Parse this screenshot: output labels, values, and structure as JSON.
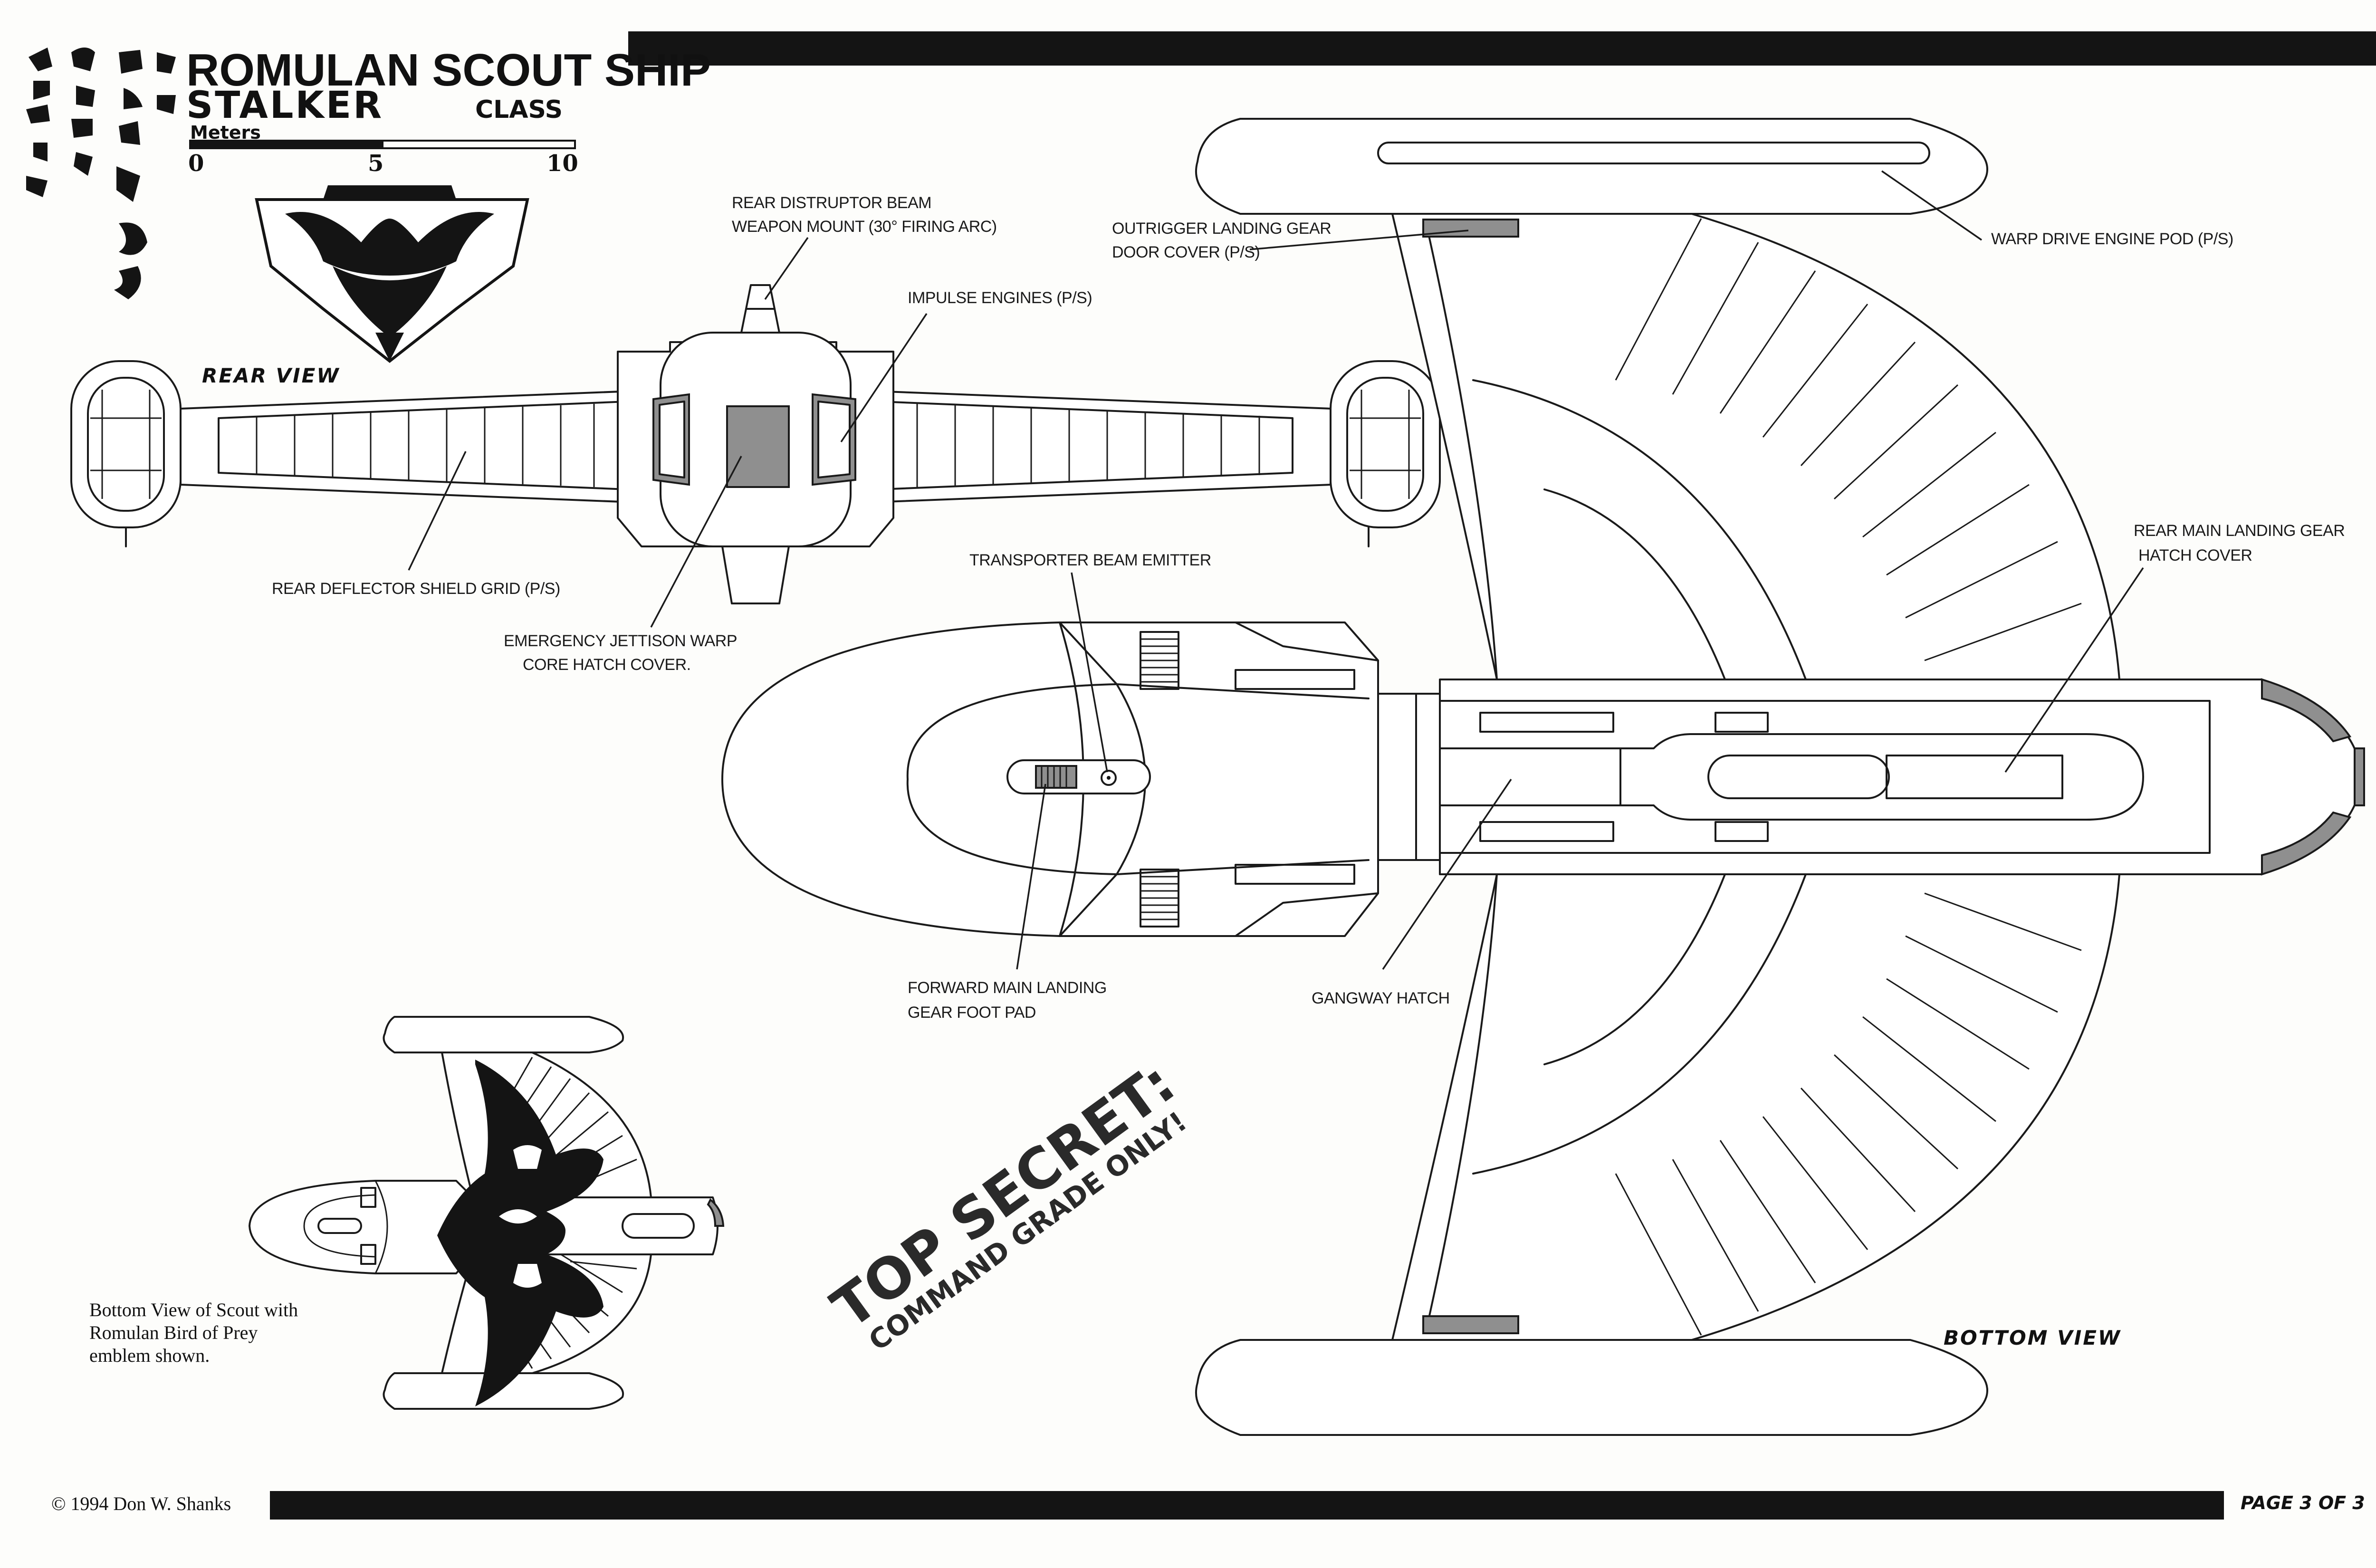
{
  "title": {
    "line1": "ROMULAN SCOUT SHIP",
    "line2": "STALKER",
    "line2_suffix": "CLASS"
  },
  "scale": {
    "unit_label": "Meters",
    "ticks": [
      "0",
      "5",
      "10"
    ]
  },
  "views": {
    "rear": "REAR VIEW",
    "bottom": "BOTTOM VIEW"
  },
  "callouts": {
    "rear_disruptor": [
      "REAR DISTRUPTOR BEAM",
      "WEAPON MOUNT (30° FIRING ARC)"
    ],
    "impulse_engines": [
      "IMPULSE ENGINES (P/S)"
    ],
    "rear_deflector": [
      "REAR DEFLECTOR SHIELD GRID (P/S)"
    ],
    "jettison_hatch": [
      "EMERGENCY JETTISON WARP",
      "CORE HATCH COVER."
    ],
    "outrigger_gear": [
      "OUTRIGGER LANDING GEAR",
      "DOOR COVER (P/S)"
    ],
    "warp_pod": [
      "WARP DRIVE ENGINE POD (P/S)"
    ],
    "transporter": [
      "TRANSPORTER BEAM EMITTER"
    ],
    "rear_main_gear": [
      "REAR MAIN LANDING GEAR",
      "HATCH COVER"
    ],
    "forward_gear": [
      "FORWARD MAIN LANDING",
      "GEAR FOOT PAD"
    ],
    "gangway": [
      "GANGWAY HATCH"
    ]
  },
  "caption": [
    "Bottom View of Scout with",
    "Romulan Bird of Prey",
    "emblem shown."
  ],
  "stamp": {
    "line1": "TOP SECRET:",
    "line2": "COMMAND GRADE ONLY!"
  },
  "footer": {
    "copyright": "© 1994 Don W. Shanks",
    "page": "PAGE 3 OF 3"
  },
  "colors": {
    "ink": "#1a1a1a",
    "panel_gray": "#8f8f8f",
    "paper": "#fdfdfb"
  }
}
